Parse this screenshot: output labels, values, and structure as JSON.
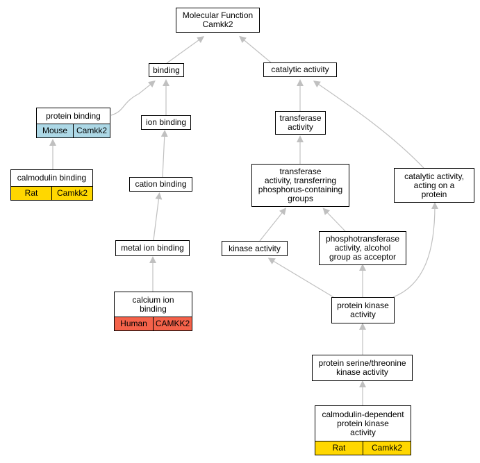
{
  "colors": {
    "edge": "#c0c0c0",
    "mouse": "#add8e6",
    "rat": "#ffd700",
    "human": "#f4624a"
  },
  "nodes": {
    "molecular_function": {
      "label": "Molecular Function\nCamkk2"
    },
    "binding": {
      "label": "binding"
    },
    "catalytic_activity": {
      "label": "catalytic activity"
    },
    "protein_binding": {
      "label": "protein binding",
      "species": "Mouse",
      "gene": "Camkk2"
    },
    "ion_binding": {
      "label": "ion binding"
    },
    "transferase_activity": {
      "label": "transferase\nactivity"
    },
    "calmodulin_binding": {
      "label": "calmodulin binding",
      "species": "Rat",
      "gene": "Camkk2"
    },
    "cation_binding": {
      "label": "cation binding"
    },
    "transferase_phosphorus": {
      "label": "transferase\nactivity, transferring\nphosphorus-containing\ngroups"
    },
    "catalytic_on_protein": {
      "label": "catalytic activity,\nacting on a\nprotein"
    },
    "metal_ion_binding": {
      "label": "metal ion binding"
    },
    "kinase_activity": {
      "label": "kinase activity"
    },
    "phosphotransferase_alcohol": {
      "label": "phosphotransferase\nactivity, alcohol\ngroup as acceptor"
    },
    "calcium_ion_binding": {
      "label": "calcium ion\nbinding",
      "species": "Human",
      "gene": "CAMKK2"
    },
    "protein_kinase_activity": {
      "label": "protein kinase\nactivity"
    },
    "ser_thr_kinase": {
      "label": "protein serine/threonine\nkinase activity"
    },
    "camk_dependent": {
      "label": "calmodulin-dependent\nprotein kinase\nactivity",
      "species": "Rat",
      "gene": "Camkk2"
    }
  }
}
